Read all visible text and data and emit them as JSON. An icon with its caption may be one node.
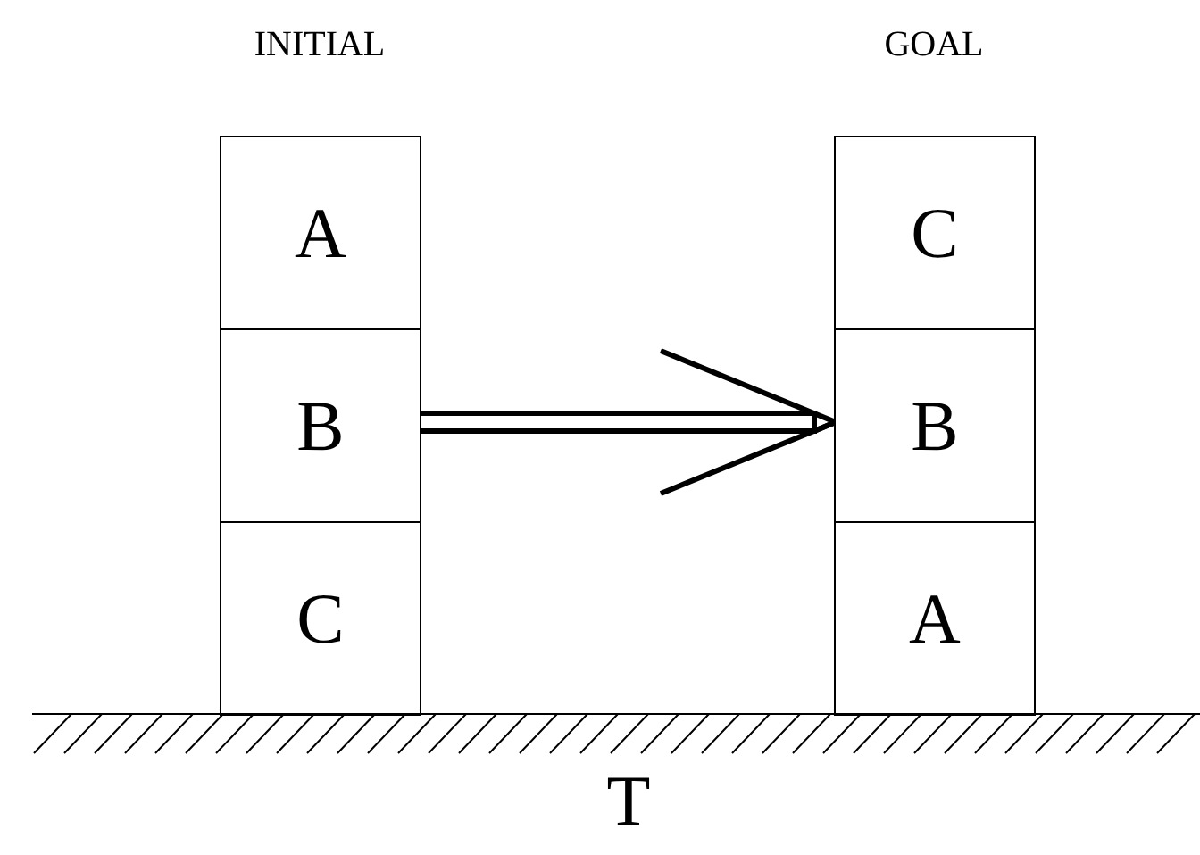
{
  "diagram": {
    "nodes": [
      {
        "text": [
          "A"
        ]
      },
      {
        "text": [
          "B"
        ]
      },
      {
        "text": [
          "C"
        ]
      },
      {
        "text": [
          "C"
        ]
      },
      {
        "text": [
          "B"
        ]
      },
      {
        "text": [
          "A"
        ]
      },
      {
        "text": [
          "T"
        ]
      }
    ],
    "edges": [
      {
        "from": 1,
        "to": 4,
        "arrow": "to"
      }
    ],
    "labels": [
      "INITIAL",
      "GOAL"
    ]
  }
}
